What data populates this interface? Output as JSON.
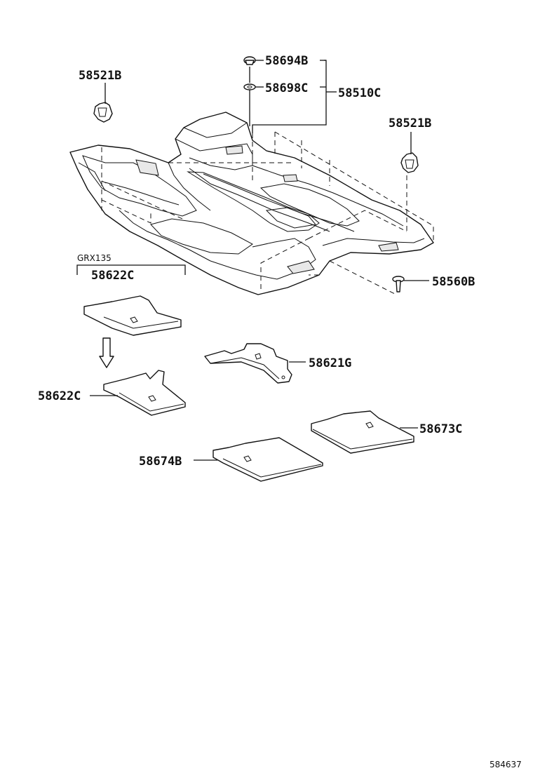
{
  "callouts": {
    "clip_left": "58521B",
    "clip_right": "58521B",
    "cap_top": "58694B",
    "washer": "58698C",
    "carpet_assy": "58510C",
    "fastener": "58560B",
    "variant_mat_top": "58622C",
    "variant_mat_bottom": "58622C",
    "rear_center_mat": "58621G",
    "rear_right_mat": "58673C",
    "rear_left_mat": "58674B"
  },
  "variant_group": {
    "label": "GRX135"
  },
  "illustration_number": "584637"
}
